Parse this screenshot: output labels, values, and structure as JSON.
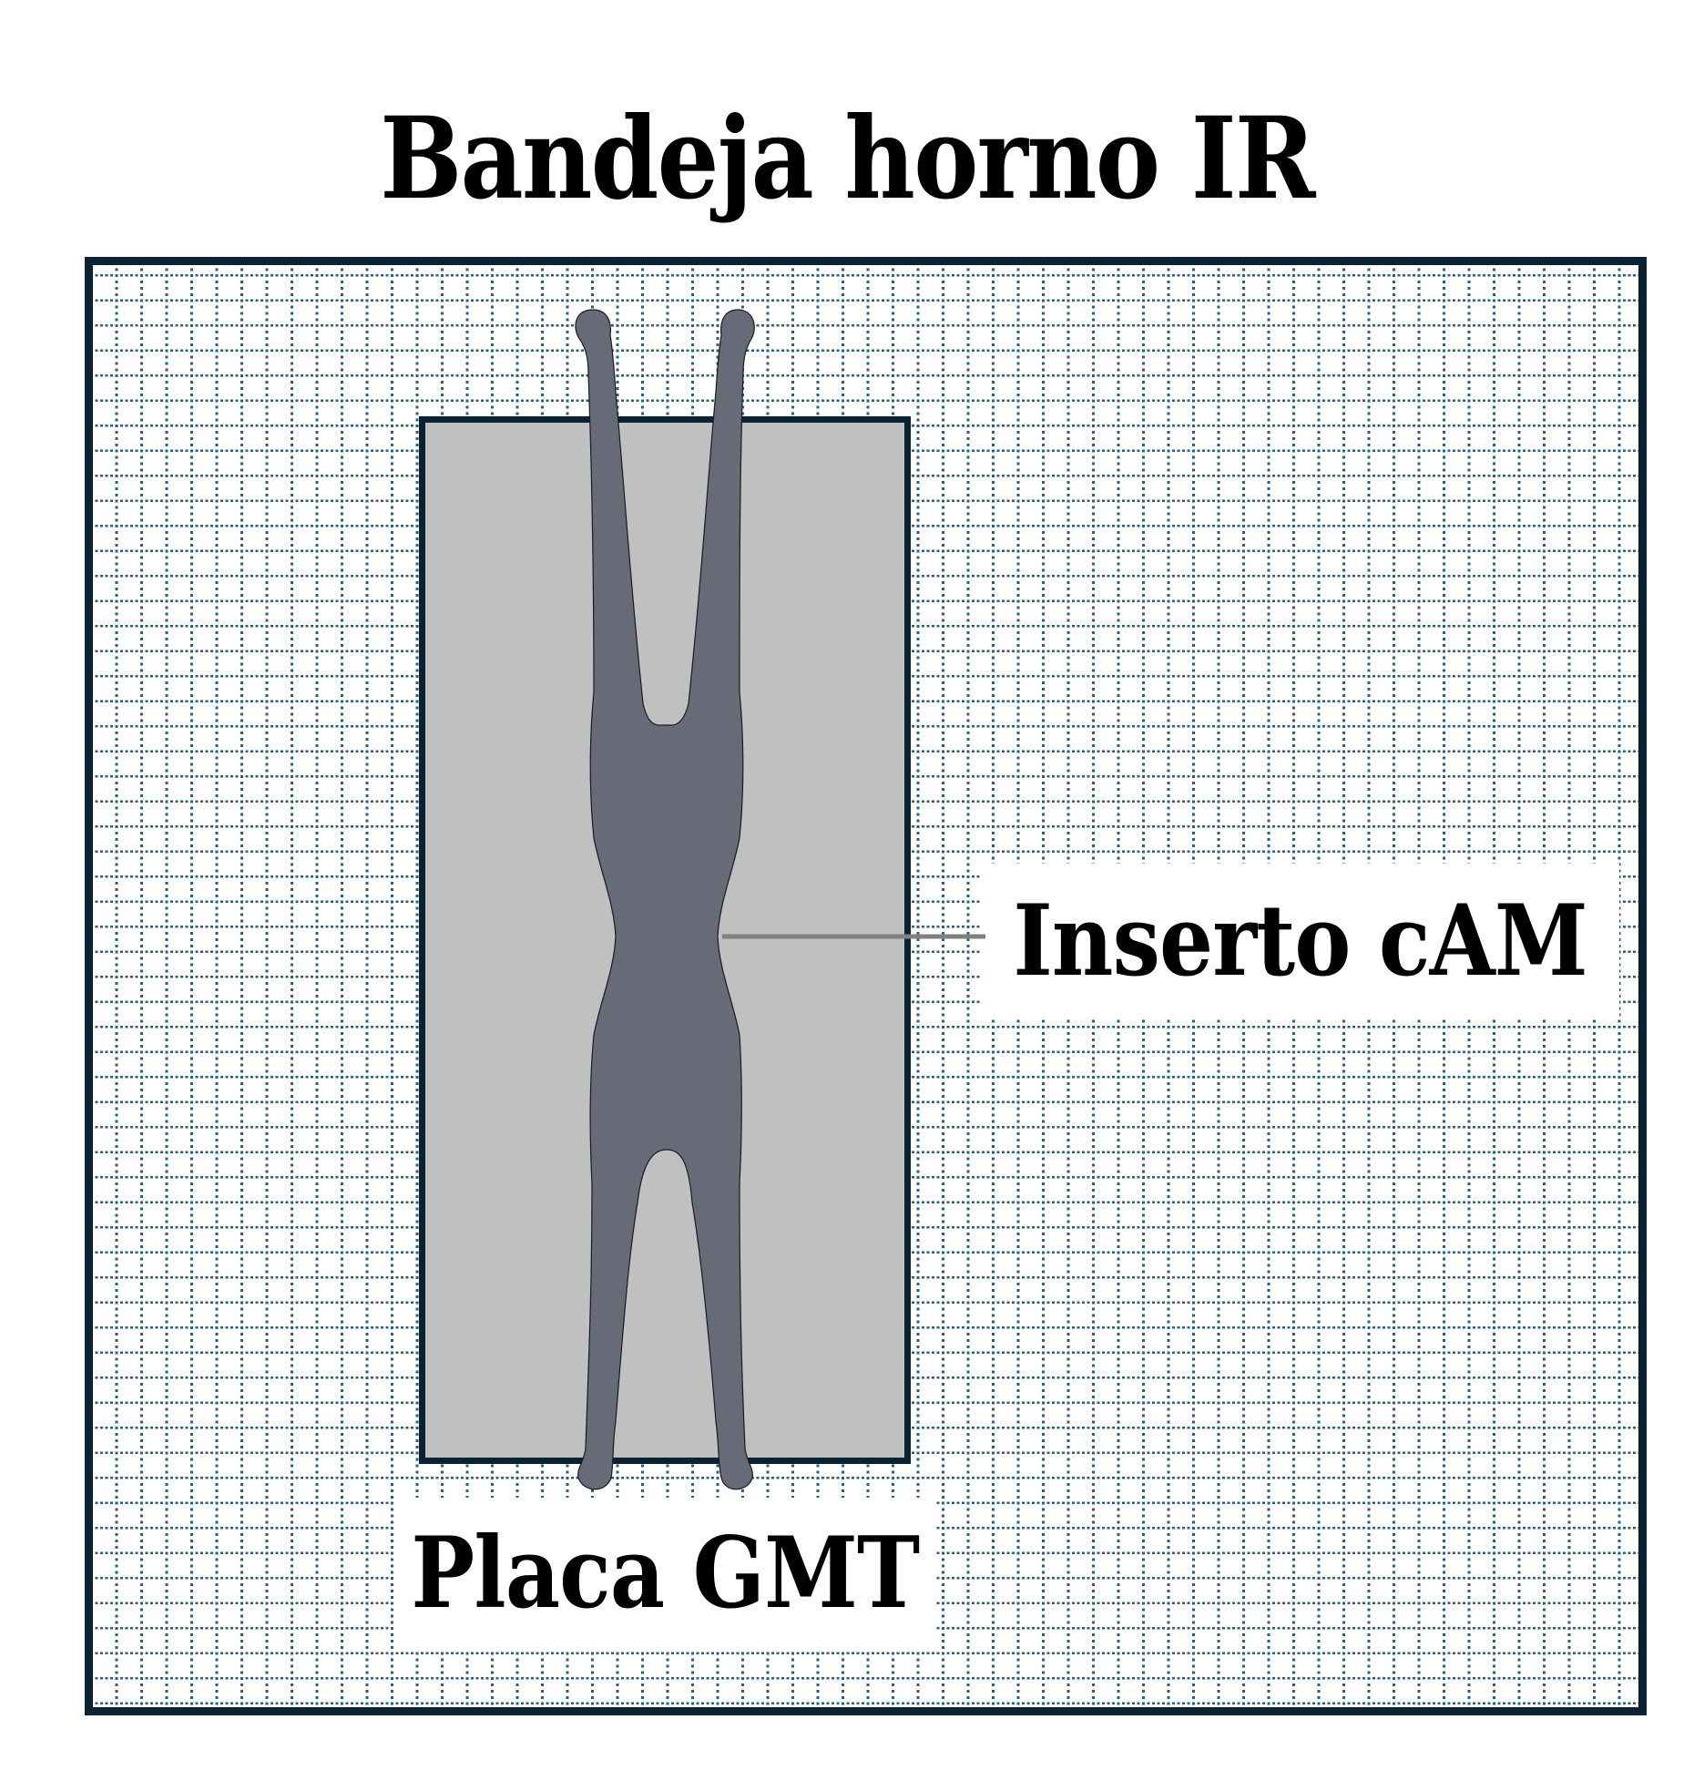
{
  "title": "Bandeja horno IR",
  "tray": {
    "label": "Bandeja horno IR",
    "border_color": "#0b2233",
    "grid_color": "#2d5f78",
    "background": "#ffffff"
  },
  "plate": {
    "label": "Placa GMT",
    "fill": "#c0c0c0",
    "border_color": "#0b2233"
  },
  "insert": {
    "label": "Inserto cAM",
    "fill": "#676a77",
    "leader_color": "#808080"
  },
  "labels": {
    "insert_label": "Inserto cAM",
    "plate_label": "Placa GMT"
  }
}
